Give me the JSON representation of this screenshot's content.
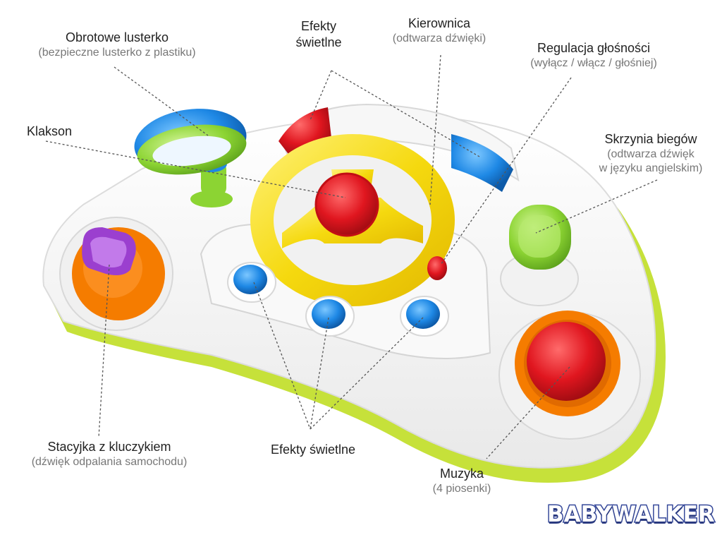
{
  "labels": {
    "obrotowe_lusterko": {
      "title": "Obrotowe lusterko",
      "subtitle": "(bezpieczne lusterko z plastiku)"
    },
    "efekty_swietlne_top": {
      "title_line1": "Efekty",
      "title_line2": "świetlne"
    },
    "kierownica": {
      "title": "Kierownica",
      "subtitle": "(odtwarza dźwięki)"
    },
    "regulacja_glosnosci": {
      "title": "Regulacja głośności",
      "subtitle": "(wyłącz / włącz / głośniej)"
    },
    "klakson": {
      "title": "Klakson"
    },
    "skrzynia_biegow": {
      "title": "Skrzynia biegów",
      "subtitle_line1": "(odtwarza dźwięk",
      "subtitle_line2": "w języku angielskim)"
    },
    "stacyjka": {
      "title": "Stacyjka z kluczykiem",
      "subtitle": "(dźwięk odpalania samochodu)"
    },
    "efekty_swietlne_bottom": {
      "title": "Efekty świetlne"
    },
    "muzyka": {
      "title": "Muzyka",
      "subtitle": "(4 piosenki)"
    }
  },
  "brand": {
    "logo_text": "BABYWALKER"
  },
  "colors": {
    "leader_line": "#555555",
    "console_body": "#f4f4f4",
    "yellow_wheel": "#f5d90f",
    "red_button": "#e0161f",
    "blue_button": "#1e88e5",
    "green_part": "#8cd433",
    "orange_ring": "#f57c00",
    "purple_key": "#9b3fcf",
    "base_rim": "#c6e13a"
  }
}
